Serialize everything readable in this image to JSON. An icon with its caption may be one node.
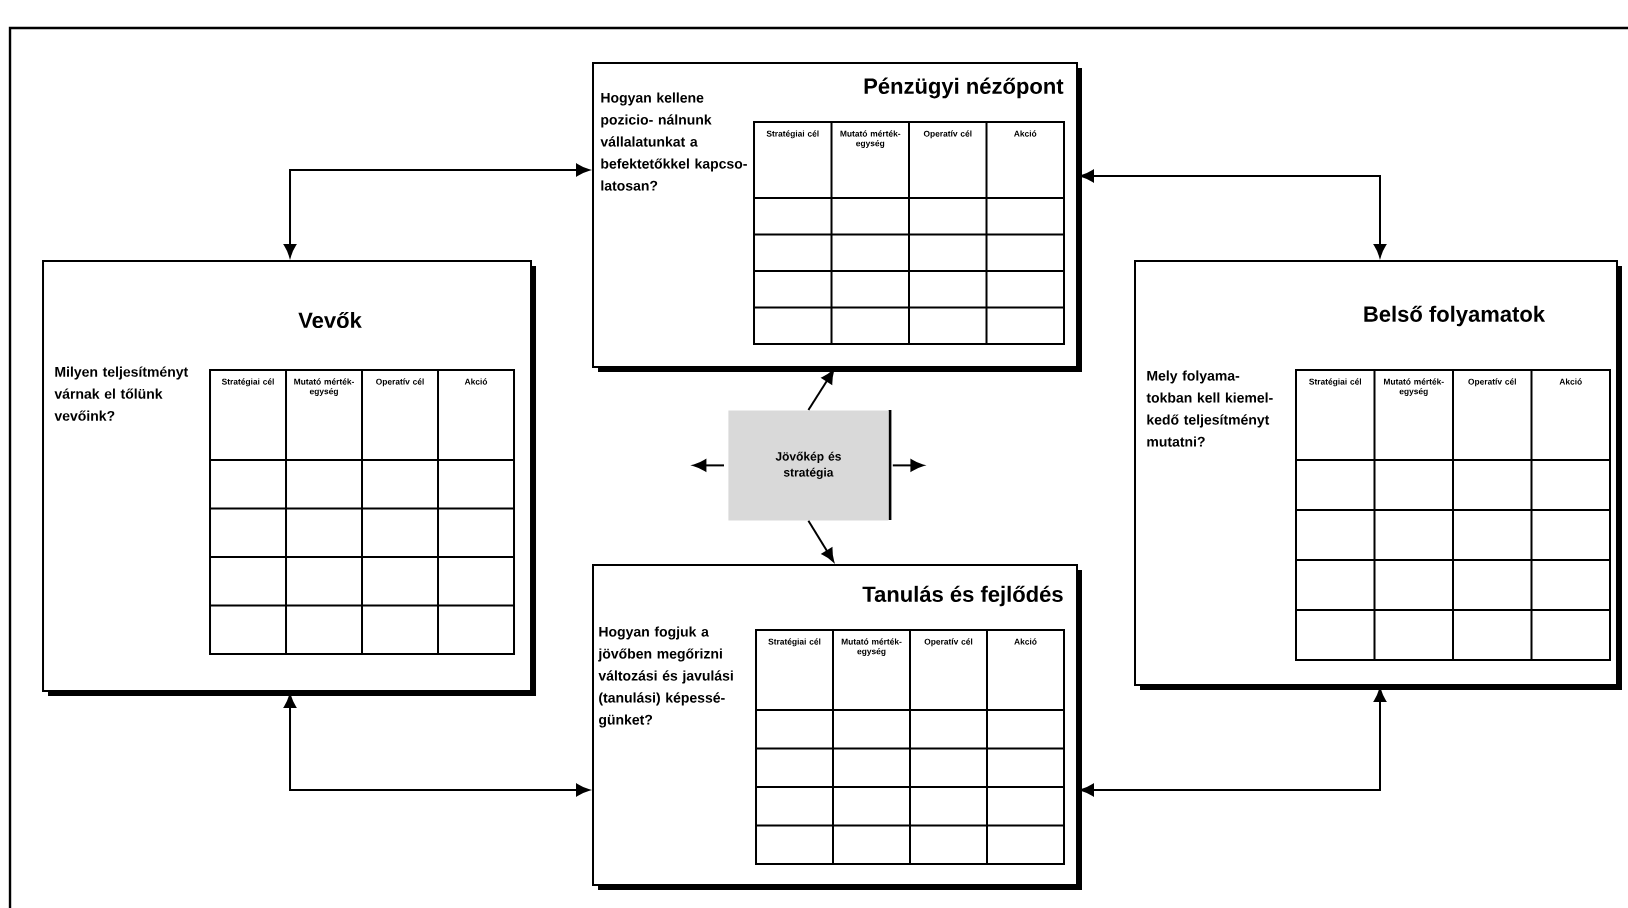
{
  "diagram": {
    "nodes": [
      {
        "text": [
          "Pénzügyi nézőpont",
          "Hogyan kellene pozicio- nálnunk vállalatunkat a befektetőkkel kapcso- latosan?"
        ]
      },
      {
        "text": [
          "Vevők",
          "Milyen teljesítményt várnak el tőlünk vevőink?"
        ]
      },
      {
        "text": [
          "Jövőkép és stratégia"
        ]
      },
      {
        "text": [
          "Belső folyamatok",
          "Mely folyama- tokban kell kiemel- kedő teljesítményt mutatni?"
        ]
      },
      {
        "text": [
          "Tanulás és fejlődés",
          "Hogyan fogjuk a jövőben megőrizni változási és javulási (tanulási) képessé- günket?"
        ]
      }
    ],
    "edges": [
      {
        "from": 0,
        "to": 1,
        "arrow": "both"
      },
      {
        "from": 0,
        "to": 3,
        "arrow": "both"
      },
      {
        "from": 1,
        "to": 4,
        "arrow": "both"
      },
      {
        "from": 3,
        "to": 4,
        "arrow": "both"
      },
      {
        "from": 2,
        "to": 0,
        "arrow": "to"
      },
      {
        "from": 2,
        "to": null,
        "arrow": "to"
      },
      {
        "from": 2,
        "to": null,
        "arrow": "to"
      },
      {
        "from": 2,
        "to": 4,
        "arrow": "to"
      }
    ],
    "labels": [
      "Stratégiai cél",
      "Mutató mérték- egység",
      "Operatív cél",
      "Akció",
      "Stratégiai cél",
      "Mutató mérték- egység",
      "Operatív cél",
      "Akció",
      "Stratégiai cél",
      "Mutató mérték- egység",
      "Operatív cél",
      "Akció",
      "Stratégiai cél",
      "Mutató mérték- egység",
      "Operatív cél",
      "Akció"
    ]
  }
}
